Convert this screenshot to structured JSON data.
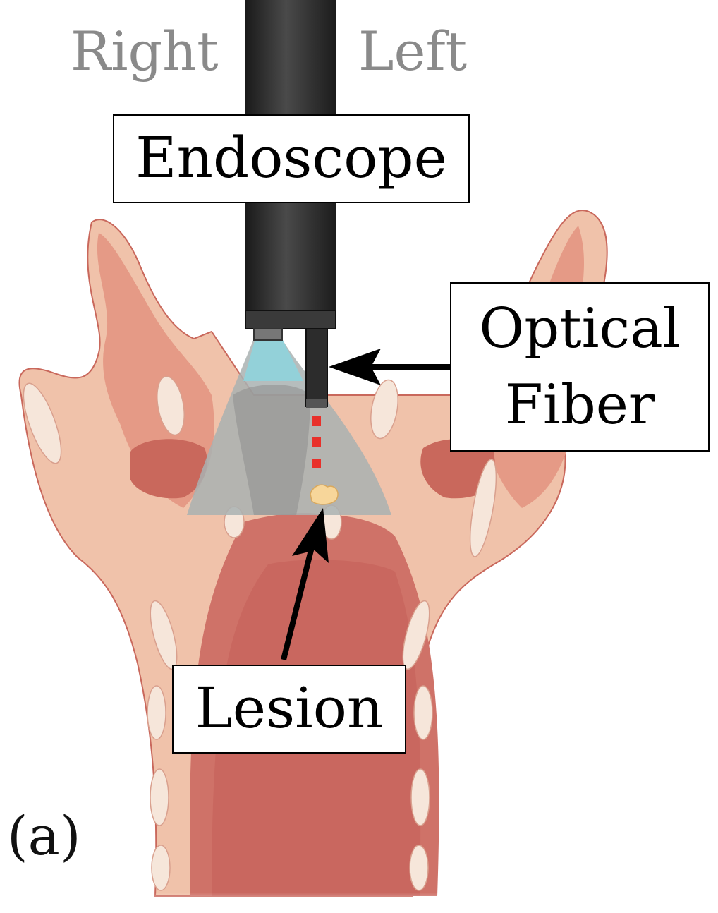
{
  "orientation": {
    "right": "Right",
    "left": "Left"
  },
  "labels": {
    "endoscope": "Endoscope",
    "optical_fiber_line1": "Optical",
    "optical_fiber_line2": "Fiber",
    "lesion": "Lesion"
  },
  "panel_letter": "(a)",
  "colors": {
    "tissue_light": "#f0c2aa",
    "tissue_mid": "#e59a86",
    "tissue_dark": "#c9685c",
    "airway": "#cf7268",
    "cartilage": "#f6e6da",
    "scope_body": "#2a2a2a",
    "light_cone": "#8fd3dc",
    "laser": "#e8302a",
    "lesion": "#f7d69a"
  }
}
